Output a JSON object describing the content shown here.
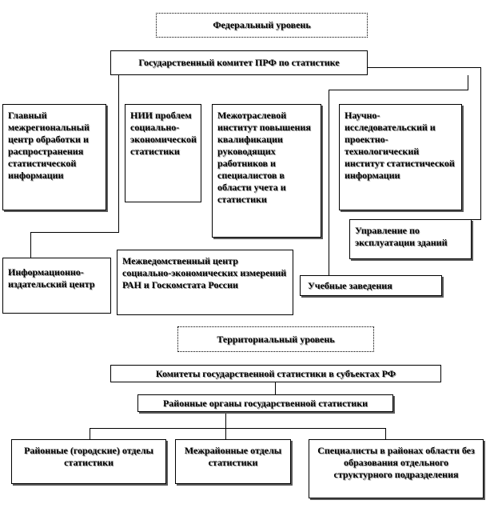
{
  "federal": {
    "level_title": "Федеральный уровень",
    "committee": "Государственный комитет ПРФ по статистике",
    "main_center": "Главный межрегиональный центр обработки и распространения статистической информации",
    "nii_problems": "НИИ проблем социально-экономической статистики",
    "interbranch_institute": "Межотраслевой институт повышения квалификации руководящих работников и специалистов в области учета и статистики",
    "research_institute": "Научно-исследовательский и проектно-технологический институт статистической информации",
    "buildings_management": "Управление по эксплуатации зданий",
    "publishing_center": "Информационно-издательский центр",
    "interagency_center": "Межведомственный центр социально-экономических измерений РАН и Госкомстата России",
    "educational_institutions": "Учебные заведения"
  },
  "territorial": {
    "level_title": "Территориальный уровень",
    "committees": "Комитеты государственной статистики в субъектах РФ",
    "district_bodies": "Районные органы государственной статистики",
    "district_city_departments": "Районные (городские) отделы статистики",
    "interdistrict_departments": "Межрайонные отделы статистики",
    "specialists": "Специалисты в районах области без образования отдельного структурного подразделения"
  }
}
